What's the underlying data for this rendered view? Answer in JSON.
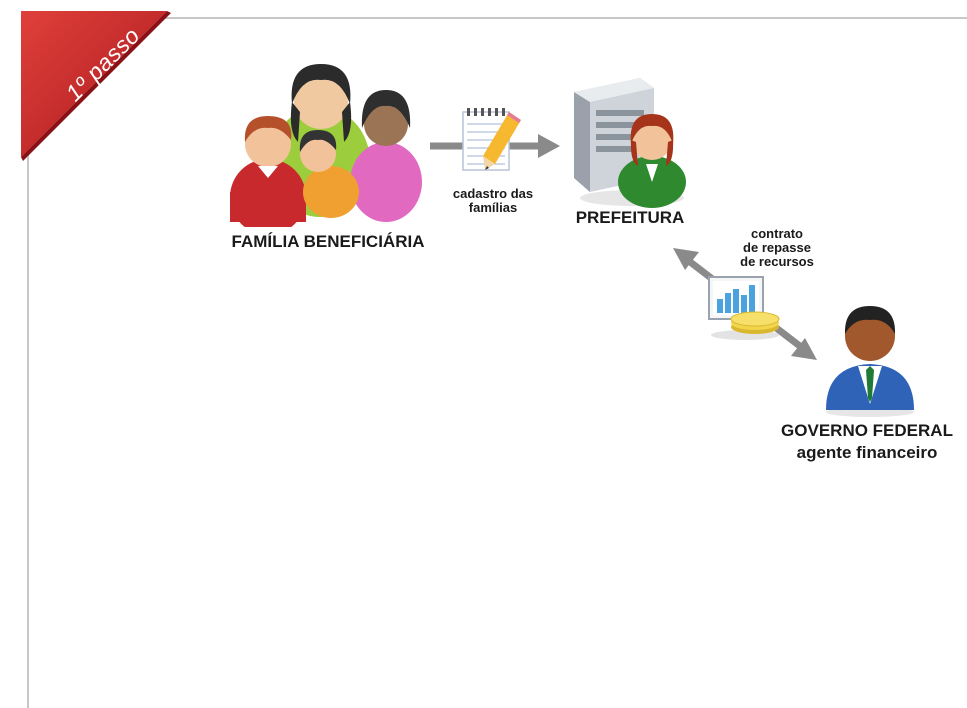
{
  "step_ribbon": {
    "label": "1º passo",
    "color": "#c4252a"
  },
  "nodes": {
    "familia": {
      "label": "FAMÍLIA BENEFICIÁRIA",
      "icon": "family-group-icon"
    },
    "prefeitura": {
      "label": "PREFEITURA",
      "icon": "server-with-person-icon"
    },
    "governo": {
      "label_line1": "GOVERNO FEDERAL",
      "label_line2": "agente financeiro",
      "icon": "businessman-icon"
    }
  },
  "edges": {
    "cadastro": {
      "line1": "cadastro das",
      "line2": "famílias",
      "icon": "notepad-pencil-icon"
    },
    "contrato": {
      "line1": "contrato",
      "line2": "de repasse",
      "line3": "de recursos",
      "icon": "chart-coins-icon"
    }
  },
  "colors": {
    "arrow": "#8a8a8a",
    "frame": "#c8c8c8",
    "ribbon": "#c4252a"
  }
}
